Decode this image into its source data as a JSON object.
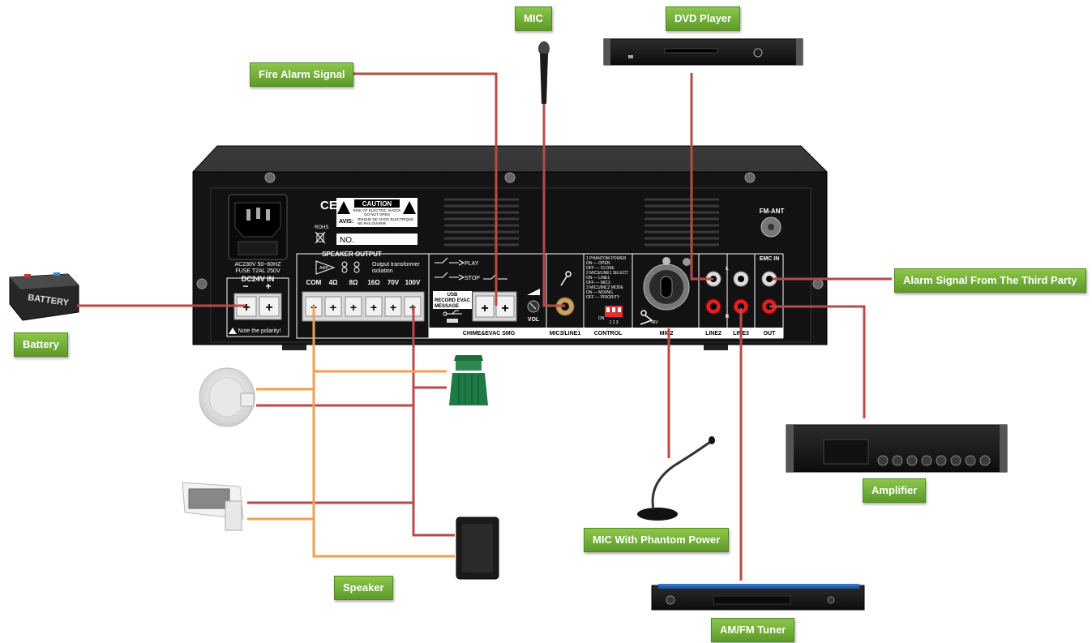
{
  "labels": {
    "mic": "MIC",
    "dvd": "DVD Player",
    "fire": "Fire Alarm Signal",
    "battery": "Battery",
    "alarm3rd": "Alarm Signal From The Third Party",
    "amplifier": "Amplifier",
    "micphantom": "MIC With Phantom Power",
    "speaker": "Speaker",
    "tuner": "AM/FM Tuner"
  },
  "panel": {
    "power_spec1": "AC230V  50~60HZ",
    "power_spec2": "FUSE T2AL 250V",
    "ce": "CE",
    "rohs": "ROHS",
    "caution": "CAUTION",
    "caution_sub1": "RISK OF ELECTRIC SHOCK",
    "caution_sub2": "DO NOT OPEN",
    "avis": "AVIS:",
    "avis_sub1": "RISQUE DE CHOC ELECTRIQUE",
    "avis_sub2": "NE PAS OUVRIR",
    "no": "NO.",
    "fm_ant": "FM-ANT",
    "dc_in": "DC24V IN",
    "minus": "−",
    "plus": "+",
    "polarity": "Note the polarity!",
    "speaker_output": "SPEAKER OUTPUT",
    "transformer1": "Output transformer",
    "transformer2": "isolation",
    "amp": "AMP",
    "terminals": [
      "COM",
      "4Ω",
      "8Ω",
      "16Ω",
      "70V",
      "100V"
    ],
    "play": "PLAY",
    "stop": "STOP",
    "usb": "USB",
    "record1": "RECORD EVAC",
    "record2": "MESSAGE",
    "chime": "CHIME&EVAC SMG",
    "vol": "VOL",
    "mic3line1": "MIC3/LINE1",
    "control": "CONTROL",
    "control_lines": [
      "1 PHANTOM POWER",
      "  ON  — OPEN",
      "  OFF — CLOSE",
      "2 MIC3/LINE1 SELECT",
      "  ON  — LINE1",
      "  OFF — MIC3",
      "3 MIC1/MIC2 MODE",
      "  ON  — MIXING",
      "  OFF — PRIORITY"
    ],
    "on": "ON",
    "dip": "1 2 3",
    "mic2": "MIC2",
    "v48": "48V",
    "line2": "LINE2",
    "line3": "LINE3",
    "out": "OUT",
    "emc_in": "EMC IN",
    "l": "L",
    "r": "R"
  },
  "devices": {
    "battery_text": "BATTERY"
  },
  "colors": {
    "signal_wire": "#b94a48",
    "speaker_wire": "#f0a050",
    "tag_green": "#6aa534",
    "chassis": "#1b1b1b"
  }
}
